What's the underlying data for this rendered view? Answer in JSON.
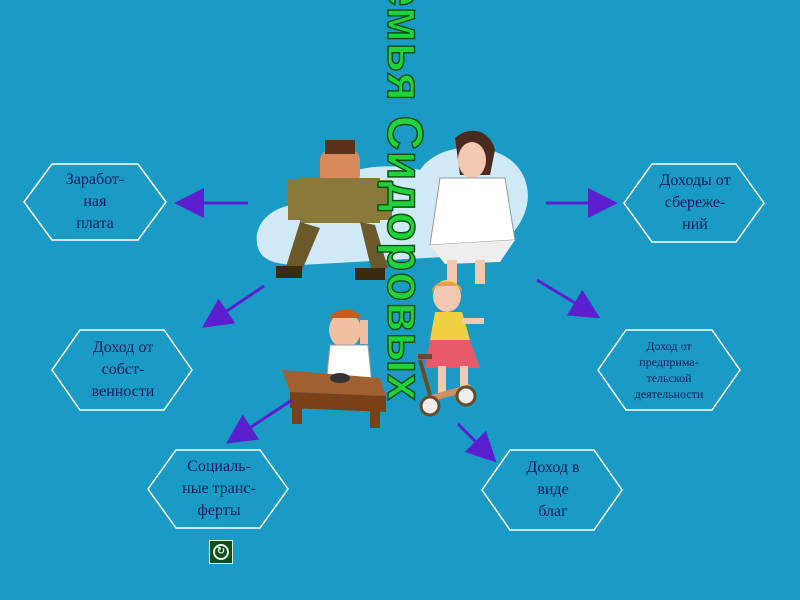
{
  "title": "Семья Сидоровых",
  "nodes": {
    "wages": "Заработ-\nная\nплата",
    "savings": "Доходы от\nсбереже-\nний",
    "property": "Доход от\nсобст-\nвенности",
    "entrepreneurship": "Доход от\nпредприма-\nтельской\nдеятельности",
    "transfers": "Социаль-\nные транс-\nферты",
    "in_kind": "Доход в\nвиде\nблаг"
  },
  "nav_icon": "return-icon",
  "colors": {
    "background": "#1a9bc6",
    "title": "#1fd43a",
    "arrow": "#5b1fd0",
    "hex_stroke": "#ffffff",
    "text": "#0a1a5a"
  }
}
